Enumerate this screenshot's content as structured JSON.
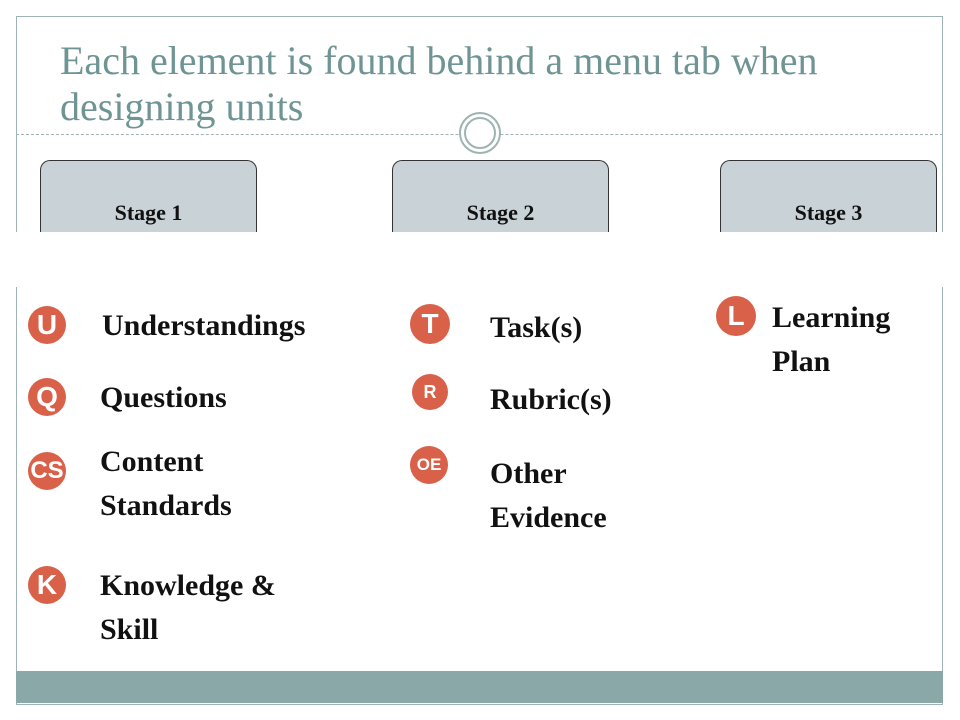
{
  "slide": {
    "title": "Each element is found behind a menu tab when designing units",
    "accent_color": "#6f9494",
    "badge_color": "#d9614a",
    "footer_color": "#8aa8a8"
  },
  "tabs": [
    {
      "label": "Stage 1"
    },
    {
      "label": "Stage 2"
    },
    {
      "label": "Stage 3"
    }
  ],
  "stage1": [
    {
      "badge": "U",
      "label": "Understandings"
    },
    {
      "badge": "Q",
      "label": "Questions"
    },
    {
      "badge": "CS",
      "label": "Content Standards"
    },
    {
      "badge": "K",
      "label": "Knowledge & Skill"
    }
  ],
  "stage2": [
    {
      "badge": "T",
      "label": "Task(s)"
    },
    {
      "badge": "R",
      "label": "Rubric(s)"
    },
    {
      "badge": "OE",
      "label": "Other Evidence"
    }
  ],
  "stage3": [
    {
      "badge": "L",
      "label": "Learning Plan"
    }
  ]
}
